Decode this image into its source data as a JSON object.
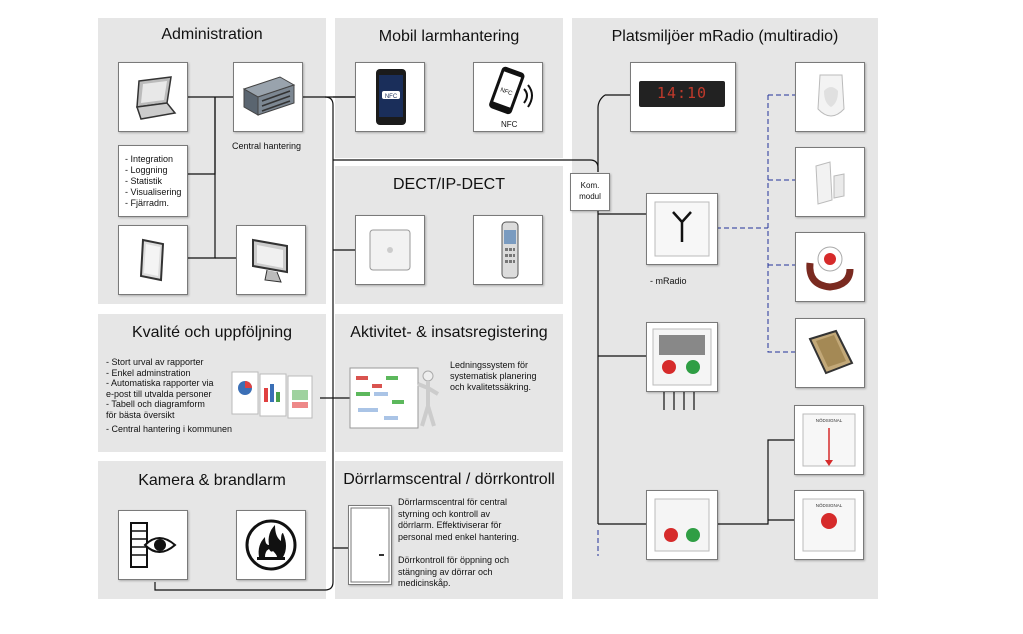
{
  "panels": {
    "administration": {
      "title": "Administration",
      "central_label": "Central hantering",
      "features": [
        "- Integration",
        "- Loggning",
        "- Statistik",
        "- Visualisering",
        "- Fjärradm."
      ]
    },
    "mobil": {
      "title": "Mobil larmhantering",
      "nfc_label": "NFC",
      "phone_text": "NFC"
    },
    "dect": {
      "title": "DECT/IP-DECT"
    },
    "kvalite": {
      "title": "Kvalité och uppföljning",
      "lines": [
        "- Stort urval av rapporter",
        "- Enkel adminstration",
        "- Automatiska rapporter via",
        "e-post till utvalda personer",
        "- Tabell och diagramform",
        "för bästa översikt",
        "- Central hantering i kommunen"
      ]
    },
    "aktivitet": {
      "title": "Aktivitet- & insatsregistering",
      "lines": [
        "Ledningssystem för",
        "systematisk planering",
        "och kvalitetssäkring."
      ]
    },
    "kamera": {
      "title": "Kamera & brandlarm"
    },
    "dorr": {
      "title": "Dörrlarmscentral / dörrkontroll",
      "lines1": [
        "Dörrlarmscentral för central",
        "styrning och kontroll av",
        "dörrlarm. Effektiviserar för",
        "personal med enkel hantering."
      ],
      "lines2": [
        "Dörrkontroll för öppning och",
        "stängning av dörrar och",
        "medicinskåp."
      ]
    },
    "platsmiljo": {
      "title": "Platsmiljöer mRadio (multiradio)",
      "clock_display": "14:10",
      "kom_modul": [
        "Kom.",
        "modul"
      ],
      "mradio_label": "- mRadio",
      "nodsignal": "NÖDSIGNAL"
    }
  }
}
